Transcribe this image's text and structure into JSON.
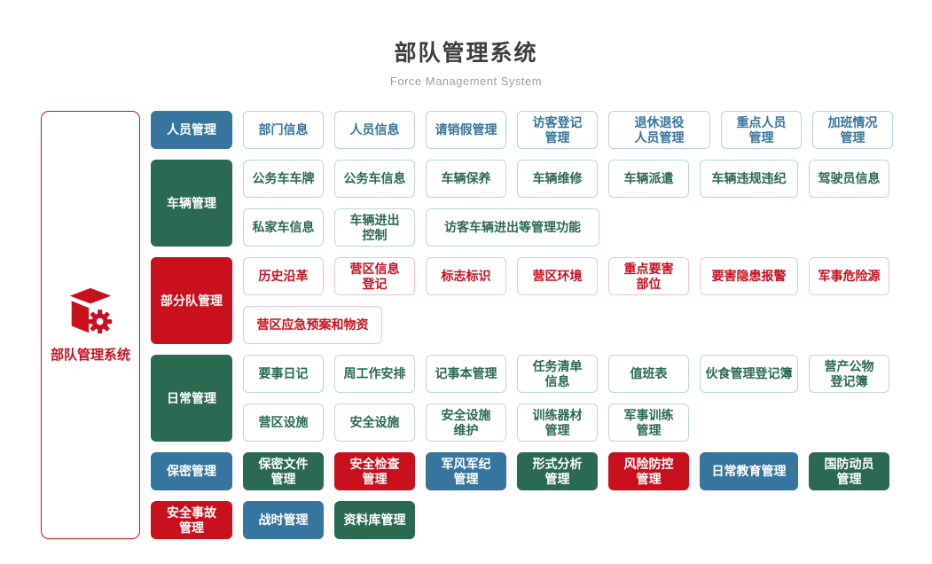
{
  "header": {
    "title": "部队管理系统",
    "subtitle": "Force Management System"
  },
  "root_node": {
    "label": "部队管理系统",
    "icon": "cube-gear-icon"
  },
  "palette": {
    "blue": "#35759e",
    "green": "#2a6a52",
    "red": "#c9101d",
    "blue_border": "#b9d2e2",
    "green_border": "#bdd8cc",
    "red_border": "#f3c3c6",
    "title_text": "#3d3d3d",
    "subtitle_text": "#9e9e9e"
  },
  "groups": [
    {
      "category": {
        "label": "人员管理",
        "color": "blue"
      },
      "lines": [
        [
          {
            "label": "部门信息"
          },
          {
            "label": "人员信息"
          },
          {
            "label": "请销假管理"
          },
          {
            "label": "访客登记\n管理"
          },
          {
            "label": "退休退役\n人员管理",
            "w": 115
          },
          {
            "label": "重点人员\n管理"
          },
          {
            "label": "加班情况\n管理"
          }
        ]
      ]
    },
    {
      "category": {
        "label": "车辆管理",
        "color": "green"
      },
      "lines": [
        [
          {
            "label": "公务车车牌"
          },
          {
            "label": "公务车信息"
          },
          {
            "label": "车辆保养"
          },
          {
            "label": "车辆维修"
          },
          {
            "label": "车辆派遣"
          },
          {
            "label": "车辆违规违纪",
            "w": 111
          },
          {
            "label": "驾驶员信息"
          }
        ],
        [
          {
            "label": "私家车信息"
          },
          {
            "label": "车辆进出\n控制"
          },
          {
            "label": "访客车辆进出等管理功能",
            "w": 196
          }
        ]
      ]
    },
    {
      "category": {
        "label": "部分队管理",
        "color": "red"
      },
      "lines": [
        [
          {
            "label": "历史沿革"
          },
          {
            "label": "营区信息\n登记"
          },
          {
            "label": "标志标识"
          },
          {
            "label": "营区环境"
          },
          {
            "label": "重点要害\n部位"
          },
          {
            "label": "要害隐患报警",
            "w": 111
          },
          {
            "label": "军事危险源"
          }
        ],
        [
          {
            "label": "营区应急预案和物资",
            "w": 157
          }
        ]
      ]
    },
    {
      "category": {
        "label": "日常管理",
        "color": "green"
      },
      "lines": [
        [
          {
            "label": "要事日记"
          },
          {
            "label": "周工作安排"
          },
          {
            "label": "记事本管理"
          },
          {
            "label": "任务清单\n信息"
          },
          {
            "label": "值班表"
          },
          {
            "label": "伙食管理登记簿",
            "w": 111
          },
          {
            "label": "营产公物\n登记簿"
          }
        ],
        [
          {
            "label": "营区设施"
          },
          {
            "label": "安全设施"
          },
          {
            "label": "安全设施\n维护"
          },
          {
            "label": "训练器材\n管理"
          },
          {
            "label": "军事训练\n管理"
          }
        ]
      ]
    },
    {
      "category": {
        "label": "保密管理",
        "color": "blue"
      },
      "lines": [
        [
          {
            "label": "保密文件\n管理",
            "color": "green",
            "solid": true
          },
          {
            "label": "安全检查\n管理",
            "color": "red",
            "solid": true
          },
          {
            "label": "军风军纪\n管理",
            "color": "blue",
            "solid": true
          },
          {
            "label": "形式分析\n管理",
            "color": "green",
            "solid": true
          },
          {
            "label": "风险防控\n管理",
            "color": "red",
            "solid": true
          },
          {
            "label": "日常教育管理",
            "color": "blue",
            "solid": true,
            "w": 111
          },
          {
            "label": "国防动员\n管理",
            "color": "green",
            "solid": true
          }
        ]
      ]
    },
    {
      "category": null,
      "lines": [
        [
          {
            "label": "安全事故\n管理",
            "color": "red",
            "solid": true,
            "w": 92
          },
          {
            "label": "战时管理",
            "color": "blue",
            "solid": true
          },
          {
            "label": "资料库管理",
            "color": "green",
            "solid": true
          }
        ]
      ]
    }
  ]
}
